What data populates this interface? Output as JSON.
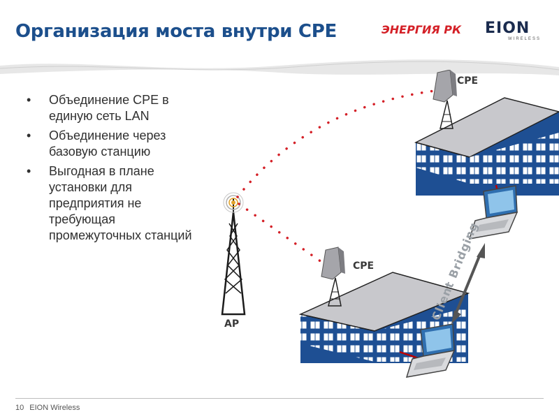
{
  "slide": {
    "title": "Организация моста внутри CPE"
  },
  "logos": {
    "energy": "ЭНЕРГИЯ РК",
    "eion": "EION",
    "eion_sub": "WIRELESS"
  },
  "bullets": [
    "Объединение CPE в единую сеть LAN",
    "Объединение через базовую станцию",
    "Выгодная в плане установки для предприятия не требующая промежуточных станций"
  ],
  "diagram": {
    "ap_label": "AP",
    "cpe_top_label": "CPE",
    "cpe_bottom_label": "CPE",
    "bridging_label": "Client Bridging",
    "colors": {
      "link_dots": "#d42027",
      "arrow": "#555555",
      "building_blue": "#1e4f93",
      "roof": "#c8c8cc"
    }
  },
  "footer": {
    "page_number": "10",
    "company": "EION Wireless"
  }
}
